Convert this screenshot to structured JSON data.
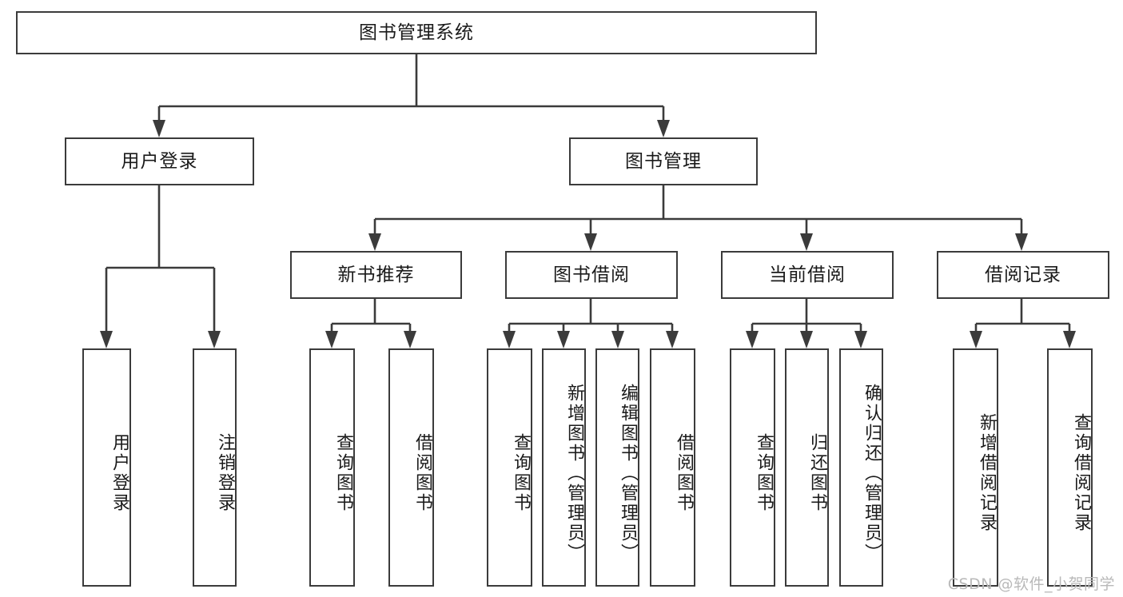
{
  "diagram": {
    "type": "tree",
    "title": "图书管理系统",
    "root": {
      "id": "root",
      "label": "图书管理系统",
      "orientation": "horizontal"
    },
    "level2": [
      {
        "id": "user-login",
        "label": "用户登录",
        "orientation": "horizontal"
      },
      {
        "id": "book-manage",
        "label": "图书管理",
        "orientation": "horizontal"
      }
    ],
    "level3": [
      {
        "id": "new-book-rec",
        "label": "新书推荐",
        "orientation": "horizontal",
        "parent": "book-manage"
      },
      {
        "id": "book-borrow",
        "label": "图书借阅",
        "orientation": "horizontal",
        "parent": "book-manage"
      },
      {
        "id": "current-borrow",
        "label": "当前借阅",
        "orientation": "horizontal",
        "parent": "book-manage"
      },
      {
        "id": "borrow-record",
        "label": "借阅记录",
        "orientation": "horizontal",
        "parent": "book-manage"
      }
    ],
    "leaves": [
      {
        "id": "leaf-user-login",
        "label": "用户登录",
        "parent": "user-login"
      },
      {
        "id": "leaf-user-logout",
        "label": "注销登录",
        "parent": "user-login"
      },
      {
        "id": "leaf-query-book-1",
        "label": "查询图书",
        "parent": "new-book-rec"
      },
      {
        "id": "leaf-borrow-book-1",
        "label": "借阅图书",
        "parent": "new-book-rec"
      },
      {
        "id": "leaf-query-book-2",
        "label": "查询图书",
        "parent": "book-borrow"
      },
      {
        "id": "leaf-add-book",
        "label": "新增图书（管理员）",
        "parent": "book-borrow"
      },
      {
        "id": "leaf-edit-book",
        "label": "编辑图书（管理员）",
        "parent": "book-borrow"
      },
      {
        "id": "leaf-borrow-book-2",
        "label": "借阅图书",
        "parent": "book-borrow"
      },
      {
        "id": "leaf-query-book-3",
        "label": "查询图书",
        "parent": "current-borrow"
      },
      {
        "id": "leaf-return-book",
        "label": "归还图书",
        "parent": "current-borrow"
      },
      {
        "id": "leaf-confirm-return",
        "label": "确认归还（管理员）",
        "parent": "current-borrow"
      },
      {
        "id": "leaf-add-record",
        "label": "新增借阅记录",
        "parent": "borrow-record"
      },
      {
        "id": "leaf-query-record",
        "label": "查询借阅记录",
        "parent": "borrow-record"
      }
    ],
    "watermark": "CSDN @软件_小贺同学",
    "colors": {
      "stroke": "#3b3b3b",
      "fill": "#ffffff",
      "text": "#1a1a1a",
      "watermark": "#b9b9b9"
    }
  }
}
